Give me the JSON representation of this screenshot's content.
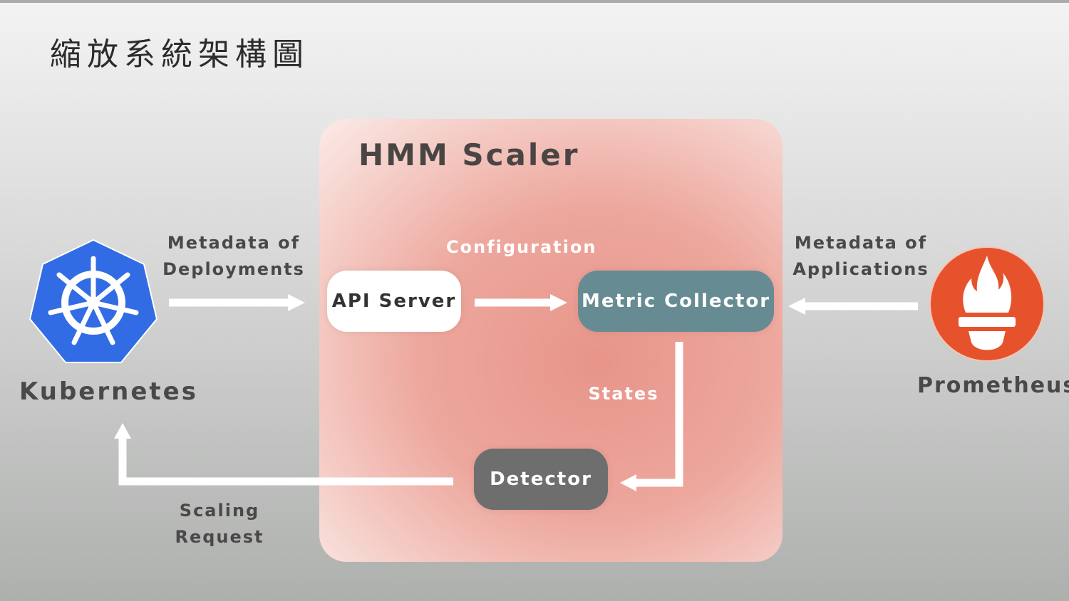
{
  "title": "縮放系統架構圖",
  "scaler": {
    "title": "HMM Scaler",
    "api_server": "API Server",
    "metric_collector": "Metric Collector",
    "detector": "Detector"
  },
  "external": {
    "kubernetes": "Kubernetes",
    "prometheus": "Prometheus"
  },
  "edge_labels": {
    "k8s_to_api_line1": "Metadata of",
    "k8s_to_api_line2": "Deployments",
    "prom_to_collector_line1": "Metadata of",
    "prom_to_collector_line2": "Applications",
    "configuration": "Configuration",
    "states": "States",
    "scaling_request": "Scaling Request"
  },
  "colors": {
    "kubernetes_blue": "#326ce5",
    "prometheus_orange": "#e6522c",
    "collector_teal": "#678b92",
    "detector_gray": "#6e6e6e",
    "scaler_pink": "#e8958a"
  },
  "icons": {
    "kubernetes": "helm-wheel-icon",
    "prometheus": "torch-flame-icon"
  }
}
